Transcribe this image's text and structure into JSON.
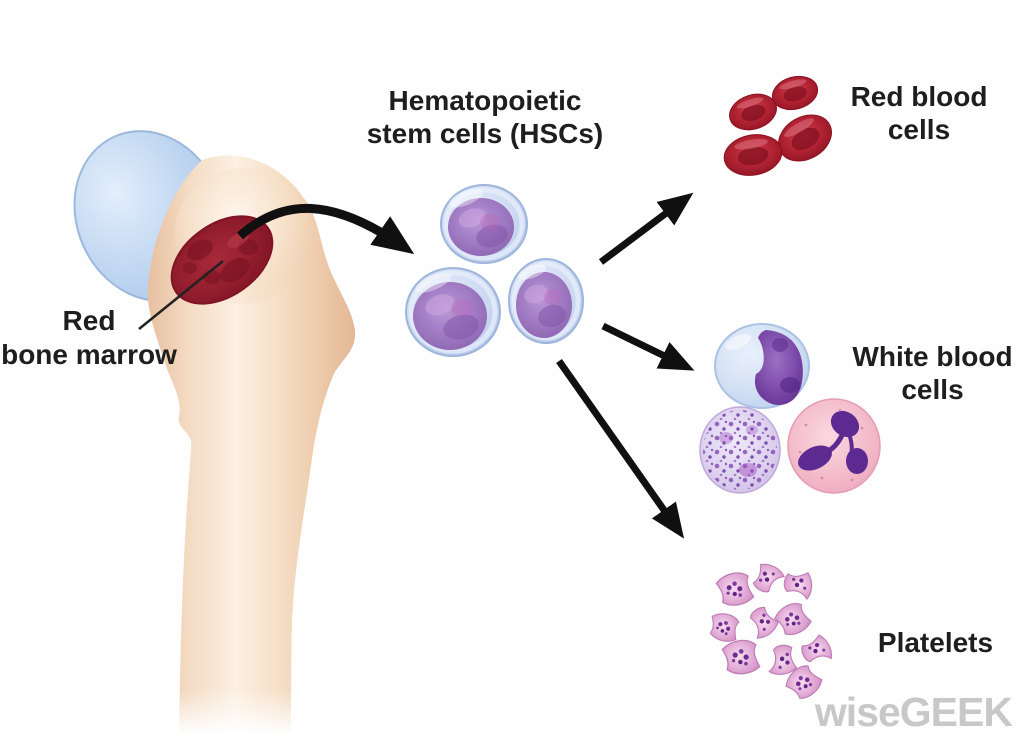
{
  "title": {
    "lines": [
      "Hematopoietic",
      "stem cells (HSCs)"
    ]
  },
  "source_label": {
    "lines": [
      "Red",
      "bone marrow"
    ]
  },
  "outputs": {
    "red_blood_cells": {
      "label_lines": [
        "Red blood",
        "cells"
      ]
    },
    "white_blood_cells": {
      "label_lines": [
        "White blood",
        "cells"
      ]
    },
    "platelets": {
      "label_lines": [
        "Platelets"
      ]
    }
  },
  "watermark": "wiseGEEK",
  "colors": {
    "text": "#1e1e1e",
    "arrow": "#101010",
    "watermark": "#c8c8c8",
    "cartilage": "#bad3ef",
    "bone": "#f3d8bf",
    "red_marrow": "#9a1e2f",
    "hsc_membrane": "#c9d7f1",
    "hsc_nucleus": "#a47ec6",
    "red_blood_cell": "#b02233",
    "lymphocyte_body": "#d7e3f6",
    "wbc_nucleus": "#6d3a9e",
    "granulocyte_body": "#f5c3d1",
    "basophil_body": "#e4daf2",
    "platelet": "#e2a8d4"
  }
}
